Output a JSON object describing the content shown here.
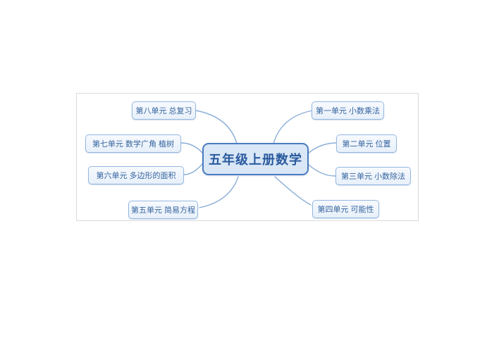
{
  "diagram": {
    "type": "mindmap",
    "root": {
      "label": "五年级上册数学"
    },
    "left_branches": [
      {
        "id": "unit-8",
        "label": "第八单元 总复习"
      },
      {
        "id": "unit-7",
        "label": "第七单元 数学广角 植树"
      },
      {
        "id": "unit-6",
        "label": "第六单元 多边形的面积"
      },
      {
        "id": "unit-5",
        "label": "第五单元 简易方程"
      }
    ],
    "right_branches": [
      {
        "id": "unit-1",
        "label": "第一单元 小数乘法"
      },
      {
        "id": "unit-2",
        "label": "第二单元 位置"
      },
      {
        "id": "unit-3",
        "label": "第三单元 小数除法"
      },
      {
        "id": "unit-4",
        "label": "第四单元 可能性"
      }
    ],
    "colors": {
      "root_fill": "#d9e7f6",
      "root_border": "#4a7cc0",
      "root_text": "#2a5a9e",
      "branch_fill": "#eef4fb",
      "branch_border": "#94b7e0",
      "branch_text": "#35649f",
      "connector": "#8aaed7",
      "panel_border": "#dadada"
    }
  }
}
